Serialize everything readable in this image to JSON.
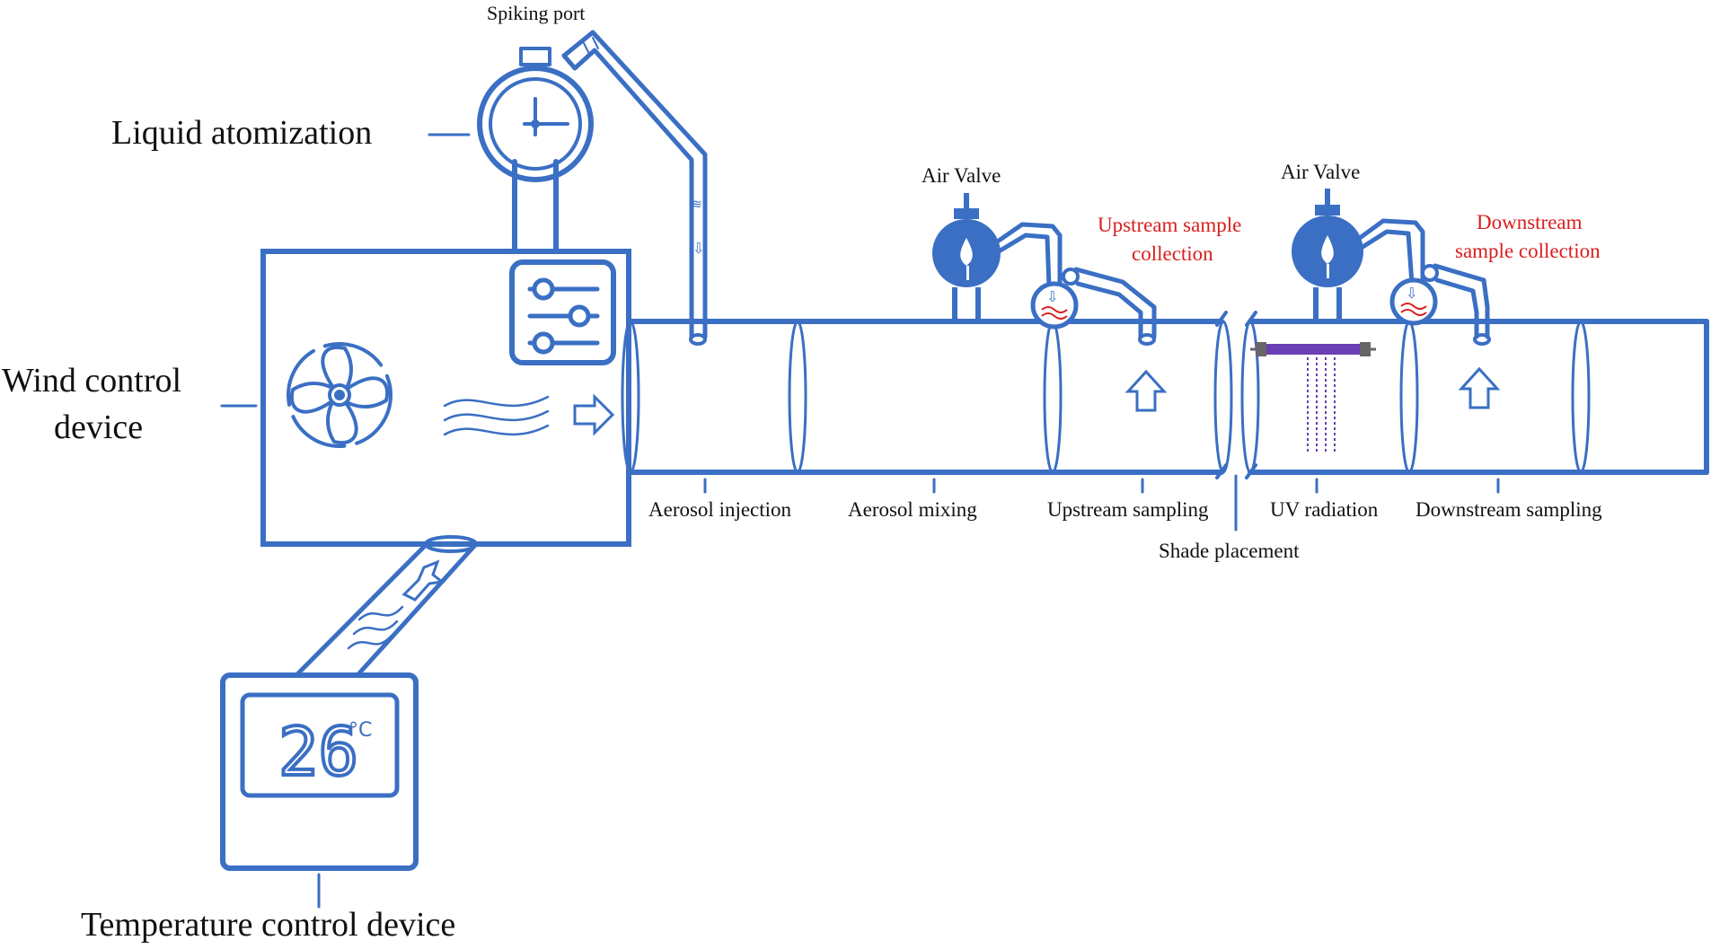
{
  "colors": {
    "line": "#3a6fc4",
    "fill": "#3a6fc4",
    "label": "#111111",
    "highlight": "#d81e1e",
    "uv_lamp": "#6b3fb5"
  },
  "labels": {
    "spiking_port": "Spiking port",
    "liquid_atomization": "Liquid atomization",
    "wind_control_line1": "Wind control",
    "wind_control_line2": "device",
    "temperature_control": "Temperature control device",
    "air_valve_1": "Air Valve",
    "air_valve_2": "Air Valve",
    "upstream_collection_line1": "Upstream sample",
    "upstream_collection_line2": "collection",
    "downstream_collection_line1": "Downstream",
    "downstream_collection_line2": "sample collection",
    "aerosol_injection": "Aerosol injection",
    "aerosol_mixing": "Aerosol mixing",
    "upstream_sampling": "Upstream sampling",
    "uv_radiation": "UV radiation",
    "downstream_sampling": "Downstream sampling",
    "shade_placement": "Shade placement"
  },
  "display": {
    "temperature_value": "26",
    "temperature_unit": "°C"
  },
  "icons": [
    "fan-icon",
    "airflow-waves-icon",
    "right-arrow-icon",
    "up-arrow-icon",
    "slider-controls-icon",
    "gauge-icon",
    "valve-drop-icon",
    "uv-lamp-icon"
  ]
}
